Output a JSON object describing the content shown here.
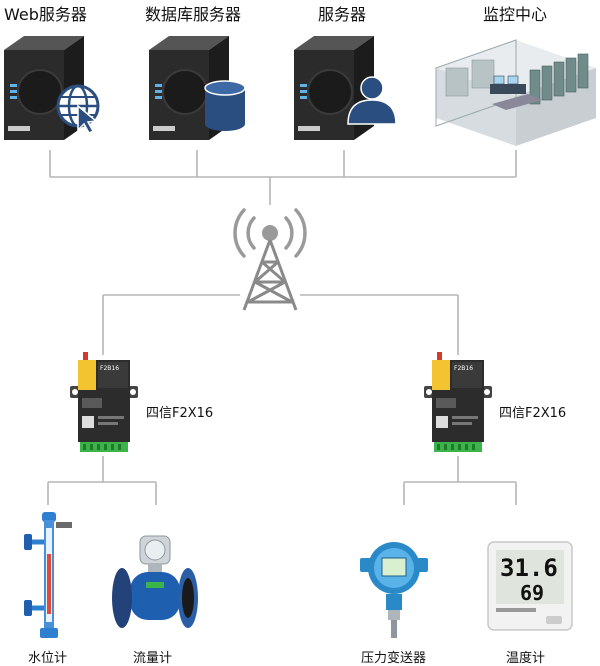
{
  "top": {
    "web_server": "Web服务器",
    "db_server": "数据库服务器",
    "app_server": "服务器",
    "monitor_center": "监控中心"
  },
  "devices": {
    "left_modem": "四信F2X16",
    "right_modem": "四信F2X16",
    "modem_brand_text": "F2B16",
    "panel_display": "31.6",
    "panel_display_2": "69"
  },
  "sensors": {
    "water_meter": "水位计",
    "flow_meter": "流量计",
    "pressure_transmitter": "压力变送器",
    "thermometer": "温度计"
  },
  "colors": {
    "line": "#b5b5b5",
    "server": "#2b2b2b",
    "accent_blue": "#2a4e80",
    "modem_yellow": "#f4c430",
    "sensor_blue": "#1f5fb0"
  }
}
